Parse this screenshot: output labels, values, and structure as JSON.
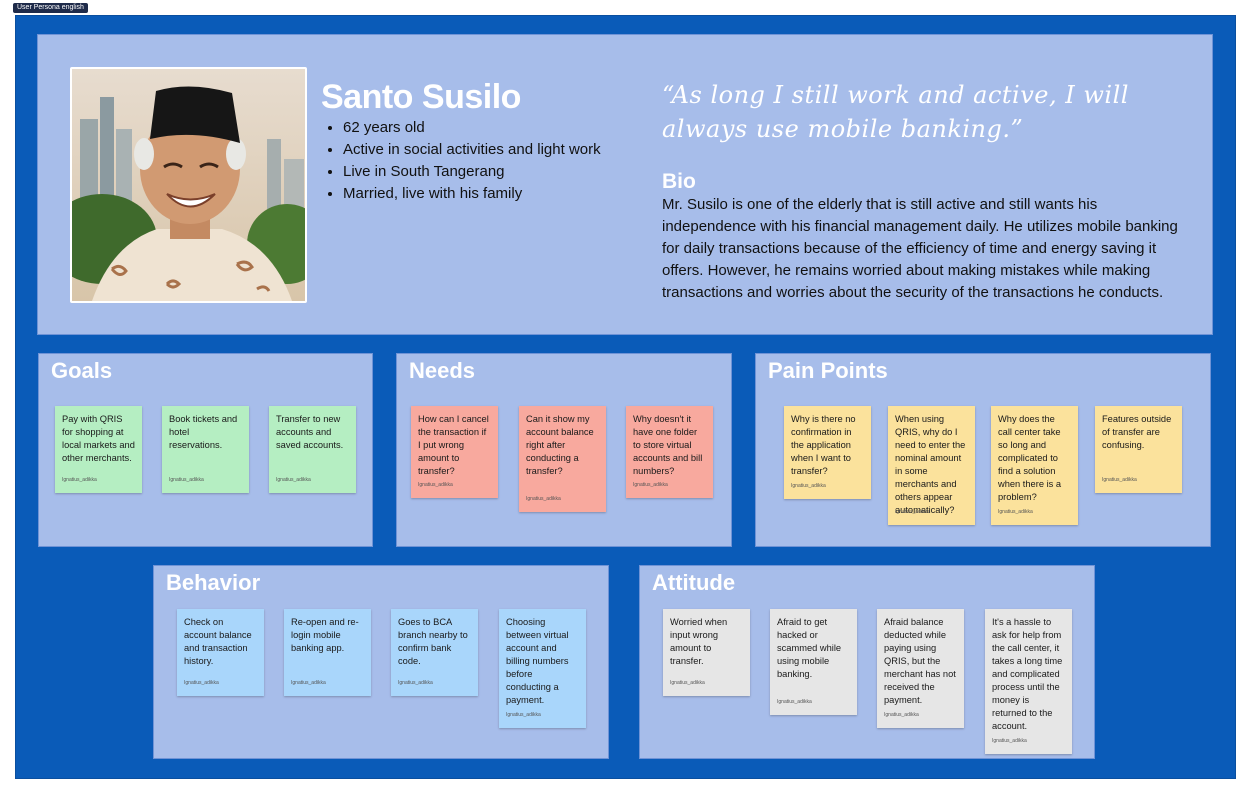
{
  "frame_label": "User Persona english",
  "persona": {
    "name": "Santo Susilo",
    "facts": [
      "62 years old",
      "Active in social activities and light work",
      "Live in South Tangerang",
      "Married, live with his family"
    ],
    "quote": "“As long I still work and active, I will always use mobile banking.”",
    "bio_title": "Bio",
    "bio_text": "Mr. Susilo is one of the elderly that is still active and still wants his independence with his financial management daily. He utilizes mobile banking for daily transactions because of the efficiency of time and energy saving it offers. However, he remains worried about making mistakes while making transactions and worries about the security of the transactions he conducts."
  },
  "sections": {
    "goals": {
      "title": "Goals",
      "notes": [
        {
          "text": "Pay with QRIS for shopping at local markets and other merchants.",
          "author": "Ignatius_adikka"
        },
        {
          "text": "Book tickets and hotel reservations.",
          "author": "Ignatius_adikka"
        },
        {
          "text": "Transfer to new accounts and saved accounts.",
          "author": "Ignatius_adikka"
        }
      ]
    },
    "needs": {
      "title": "Needs",
      "notes": [
        {
          "text": "How can I cancel the transaction if I put wrong amount to transfer?",
          "author": "Ignatius_adikka"
        },
        {
          "text": "Can it show my account balance right after conducting a transfer?",
          "author": "Ignatius_adikka"
        },
        {
          "text": "Why doesn't it have one folder to store virtual accounts and bill numbers?",
          "author": "Ignatius_adikka"
        }
      ]
    },
    "pain_points": {
      "title": "Pain Points",
      "notes": [
        {
          "text": "Why is there no confirmation in the application when I want to transfer?",
          "author": "Ignatius_adikka"
        },
        {
          "text": "When using QRIS, why do I need to enter the nominal amount in some merchants and others appear automatically?",
          "author": "Ignatius_adikka"
        },
        {
          "text": "Why does the call center take so long and complicated to find a solution when there is a problem?",
          "author": "Ignatius_adikka"
        },
        {
          "text": "Features outside of transfer are confusing.",
          "author": "Ignatius_adikka"
        }
      ]
    },
    "behavior": {
      "title": "Behavior",
      "notes": [
        {
          "text": "Check on account balance and transaction history.",
          "author": "Ignatius_adikka"
        },
        {
          "text": "Re-open and re-login mobile banking app.",
          "author": "Ignatius_adikka"
        },
        {
          "text": "Goes to BCA branch nearby to confirm bank code.",
          "author": "Ignatius_adikka"
        },
        {
          "text": "Choosing between virtual account and billing numbers before conducting a payment.",
          "author": "Ignatius_adikka"
        }
      ]
    },
    "attitude": {
      "title": "Attitude",
      "notes": [
        {
          "text": "Worried when input wrong amount to transfer.",
          "author": "Ignatius_adikka"
        },
        {
          "text": "Afraid to get hacked or scammed while using mobile banking.",
          "author": "Ignatius_adikka"
        },
        {
          "text": "Afraid balance deducted while paying using QRIS, but the merchant has not received the payment.",
          "author": "Ignatius_adikka"
        },
        {
          "text": "It's a hassle to ask for help from the call center, it takes a long time and complicated process until the money is returned to the account.",
          "author": "Ignatius_adikka"
        }
      ]
    }
  },
  "colors": {
    "frame": "#0a5bb8",
    "panel": "#a7bdea",
    "goals_note": "#b5eec2",
    "needs_note": "#f8a99e",
    "pain_note": "#fbe29c",
    "behavior_note": "#a9d6fb",
    "attitude_note": "#e6e6e6"
  }
}
